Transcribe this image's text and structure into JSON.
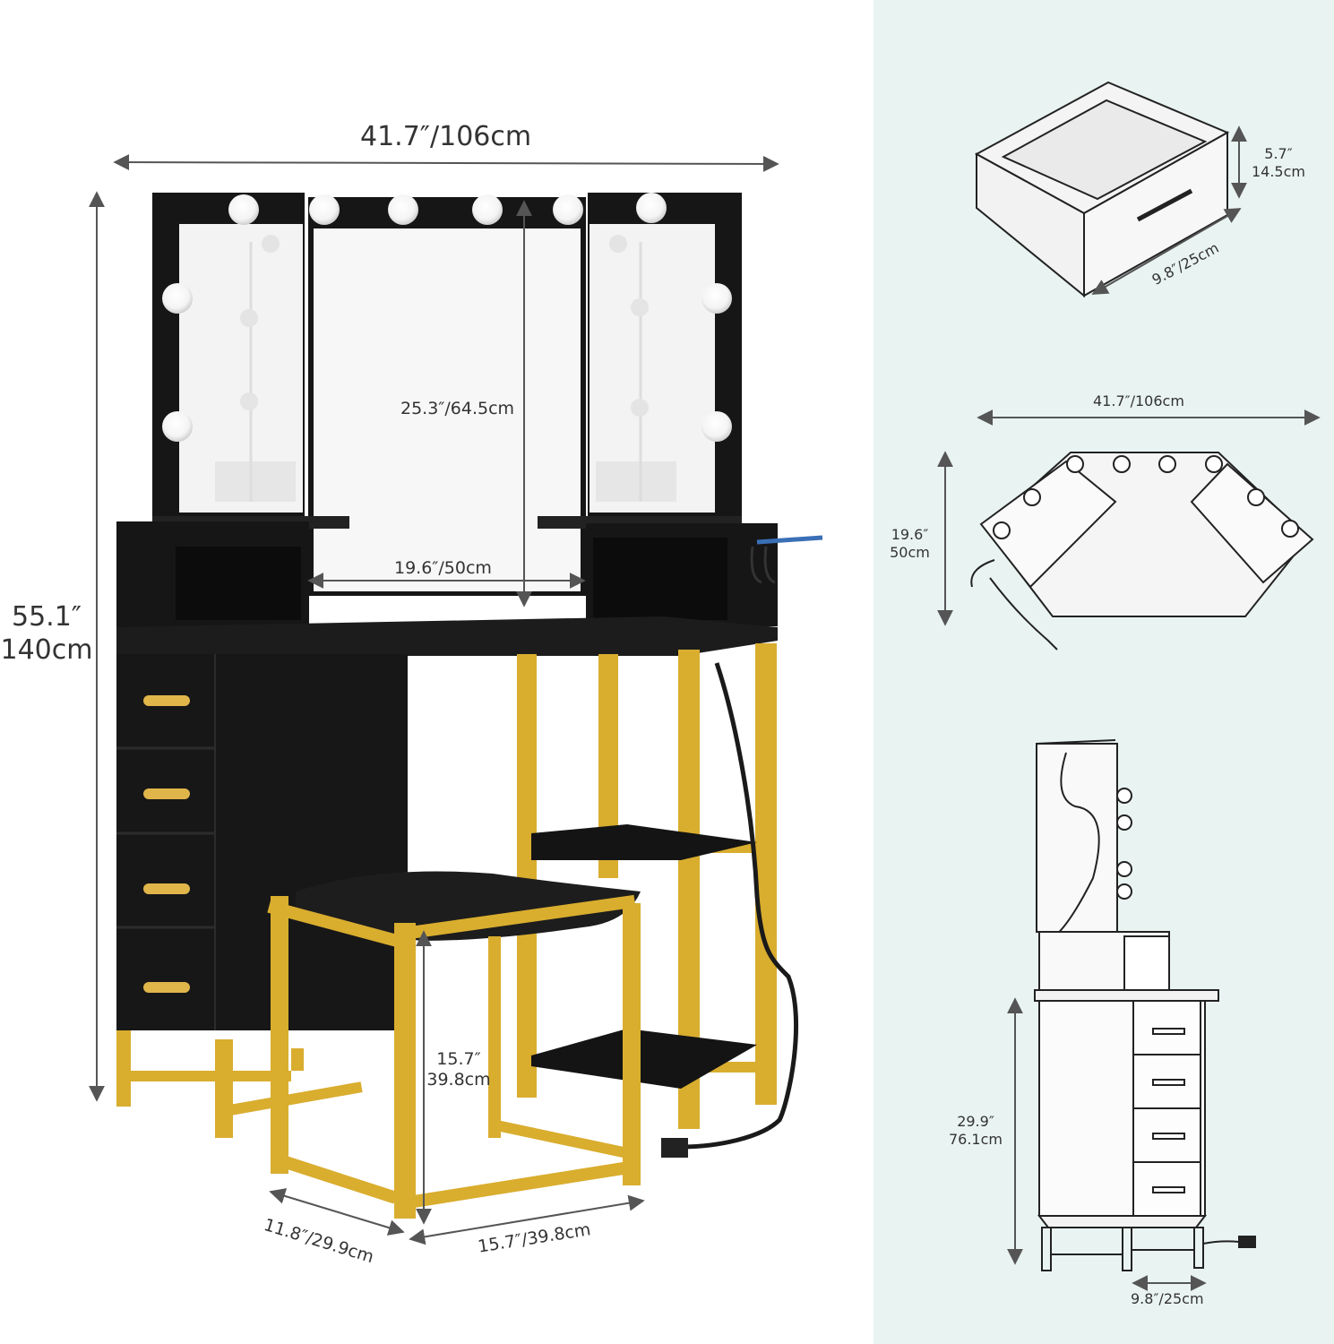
{
  "colors": {
    "right_panel_bg": "#e9f4f2",
    "furniture_black": "#161616",
    "gold": "#d9ad2e",
    "dimension_line": "#555555",
    "mirror": "#f3f3f3"
  },
  "dimensions": {
    "overall_width": "41.7″/106cm",
    "overall_height_in": "55.1″",
    "overall_height_cm": "140cm",
    "mirror_height": "25.3″/64.5cm",
    "mirror_width": "19.6″/50cm",
    "stool_height_in": "15.7″",
    "stool_height_cm": "39.8cm",
    "stool_depth": "11.8″/29.9cm",
    "stool_width": "15.7″/39.8cm"
  },
  "drawer_detail": {
    "height_in": "5.7″",
    "height_cm": "14.5cm",
    "width": "9.8″/25cm"
  },
  "top_view": {
    "width": "41.7″/106cm",
    "depth_in": "19.6″",
    "depth_cm": "50cm"
  },
  "side_view": {
    "height_in": "29.9″",
    "height_cm": "76.1cm",
    "width": "9.8″/25cm"
  }
}
